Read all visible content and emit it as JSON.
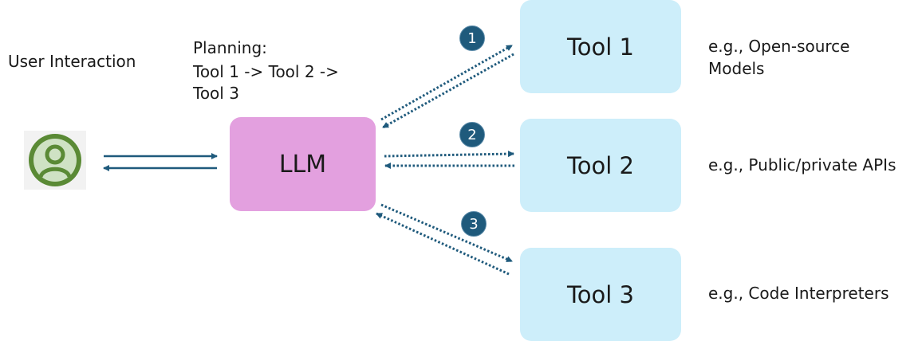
{
  "user": {
    "label": "User Interaction",
    "icon": "user-avatar-icon"
  },
  "planning": {
    "line1": "Planning:",
    "line2": "Tool 1 -> Tool 2 ->",
    "line3": "Tool 3"
  },
  "llm": {
    "label": "LLM"
  },
  "tools": [
    {
      "label": "Tool 1",
      "step": "1",
      "note_line1": "e.g., Open-source",
      "note_line2": "Models"
    },
    {
      "label": "Tool 2",
      "step": "2",
      "note_line1": "e.g., Public/private APIs"
    },
    {
      "label": "Tool 3",
      "step": "3",
      "note_line1": "e.g., Code Interpreters"
    }
  ],
  "colors": {
    "llm_fill": "#e3a0df",
    "tool_fill": "#cdeefa",
    "badge_fill": "#1f5a7c",
    "arrow": "#1f5a7c",
    "avatar_green": "#5a8a35"
  }
}
